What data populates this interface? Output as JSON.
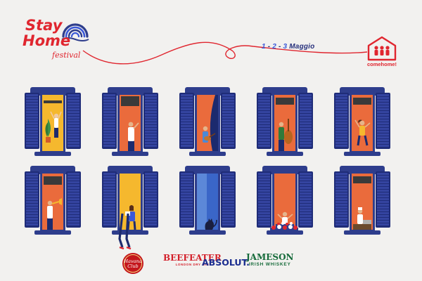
{
  "header": {
    "logo": {
      "line1": "Stay",
      "line2": "Home",
      "line3": "festival"
    },
    "date": {
      "d1": "1",
      "d2": "2",
      "d3": "3",
      "sep": " - ",
      "month": " Maggio"
    },
    "partner": {
      "label": "comehome!"
    }
  },
  "windows": [
    {
      "interior": "#f5b82e",
      "scene": "plant-dancer"
    },
    {
      "interior": "#ea6b3c",
      "scene": "waving-man"
    },
    {
      "interior": "#ea6b3c",
      "scene": "guitar-player",
      "curtain": "#1c2a6e"
    },
    {
      "interior": "#ea6b3c",
      "scene": "cello-player"
    },
    {
      "interior": "#ea6b3c",
      "scene": "dancing-woman"
    },
    {
      "interior": "#ea6b3c",
      "scene": "trumpet-player"
    },
    {
      "interior": "#f5b82e",
      "scene": "reading-woman"
    },
    {
      "interior": "#3a66c8",
      "scene": "cat",
      "curtain": "#5c88d8"
    },
    {
      "interior": "#ea6b3c",
      "scene": "waving-woman"
    },
    {
      "interior": "#ea6b3c",
      "scene": "cook"
    }
  ],
  "sponsors": {
    "havana": {
      "line1": "Havana",
      "line2": "Club"
    },
    "beefeater": {
      "name": "BEEFEATER",
      "tagline": "LONDON DRY GIN"
    },
    "absolut": {
      "name": "ABSOLUT."
    },
    "jameson": {
      "name": "JAMESON",
      "tagline": "IRISH WHISKEY"
    }
  },
  "colors": {
    "red": "#e0262f",
    "navy": "#27307c",
    "shutter": "#3444a0",
    "orange": "#ea6b3c",
    "yellow": "#f5b82e",
    "background": "#f2f1ef"
  }
}
